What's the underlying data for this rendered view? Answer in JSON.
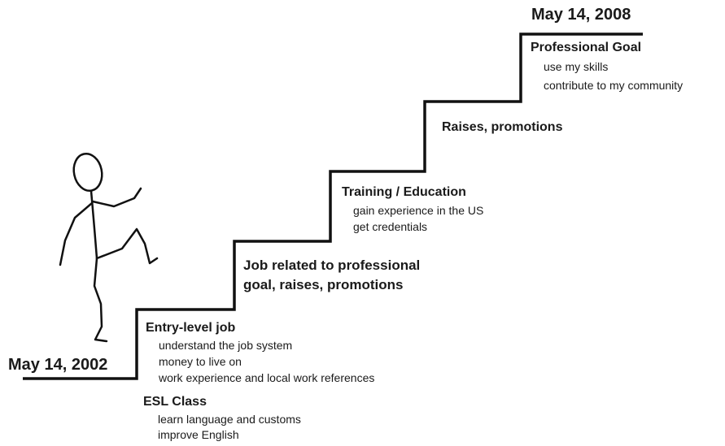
{
  "dates": {
    "start": "May 14, 2002",
    "end": "May 14, 2008"
  },
  "steps": {
    "esl": {
      "title": "ESL Class",
      "items": [
        "learn language and customs",
        "improve English"
      ]
    },
    "entry": {
      "title": "Entry-level job",
      "items": [
        "understand the job system",
        "money to live on",
        "work experience and local work references"
      ]
    },
    "job_related": {
      "title_line1": "Job related to professional",
      "title_line2": "goal, raises, promotions"
    },
    "training": {
      "title": "Training / Education",
      "items": [
        "gain experience in the US",
        "get credentials"
      ]
    },
    "raises": {
      "title": "Raises, promotions"
    },
    "goal": {
      "title": "Professional Goal",
      "items": [
        "use my skills",
        "contribute to my community"
      ]
    }
  }
}
